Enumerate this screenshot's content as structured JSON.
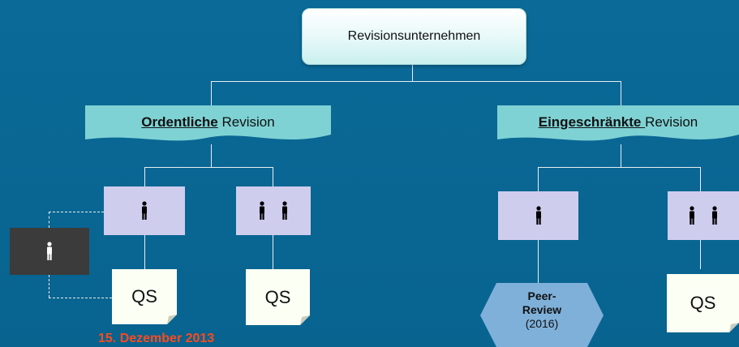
{
  "top": {
    "label": "Revisionsunternehmen"
  },
  "ordentliche": {
    "bold": "Ordentliche",
    "rest": " Revision"
  },
  "eingeschraenkte": {
    "bold": "Eingeschränkte ",
    "rest": " Revision"
  },
  "qs": {
    "left": "QS",
    "middle": "QS",
    "right": "QS"
  },
  "peer_review": {
    "line1": "Peer-",
    "line2": "Review",
    "year": "(2016)"
  },
  "date": "15. Dezember 2013",
  "icons": {
    "person": "person-icon",
    "persons_pair": "two-persons-icon"
  },
  "colors": {
    "background": "#0a6693",
    "banner": "#7fd2d4",
    "person_box": "#cfcdee",
    "dark_box": "#3b3b3b",
    "date": "#ff4a1c"
  }
}
